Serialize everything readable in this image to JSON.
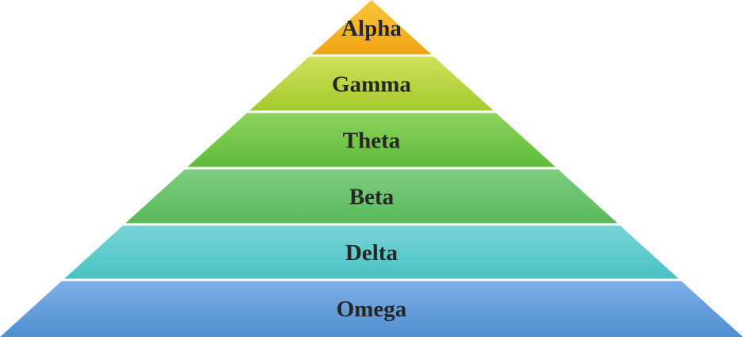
{
  "pyramid": {
    "levels": [
      {
        "label": "Alpha",
        "color_light": "#fbc63a",
        "color_dark": "#f0a414"
      },
      {
        "label": "Gamma",
        "color_light": "#cfe05a",
        "color_dark": "#a3ca2c"
      },
      {
        "label": "Theta",
        "color_light": "#8fd35c",
        "color_dark": "#5ebb3c"
      },
      {
        "label": "Beta",
        "color_light": "#7fcc80",
        "color_dark": "#59b95a"
      },
      {
        "label": "Delta",
        "color_light": "#78d3d6",
        "color_dark": "#4ac2c3"
      },
      {
        "label": "Omega",
        "color_light": "#7eaee6",
        "color_dark": "#4f8fcf"
      }
    ]
  }
}
